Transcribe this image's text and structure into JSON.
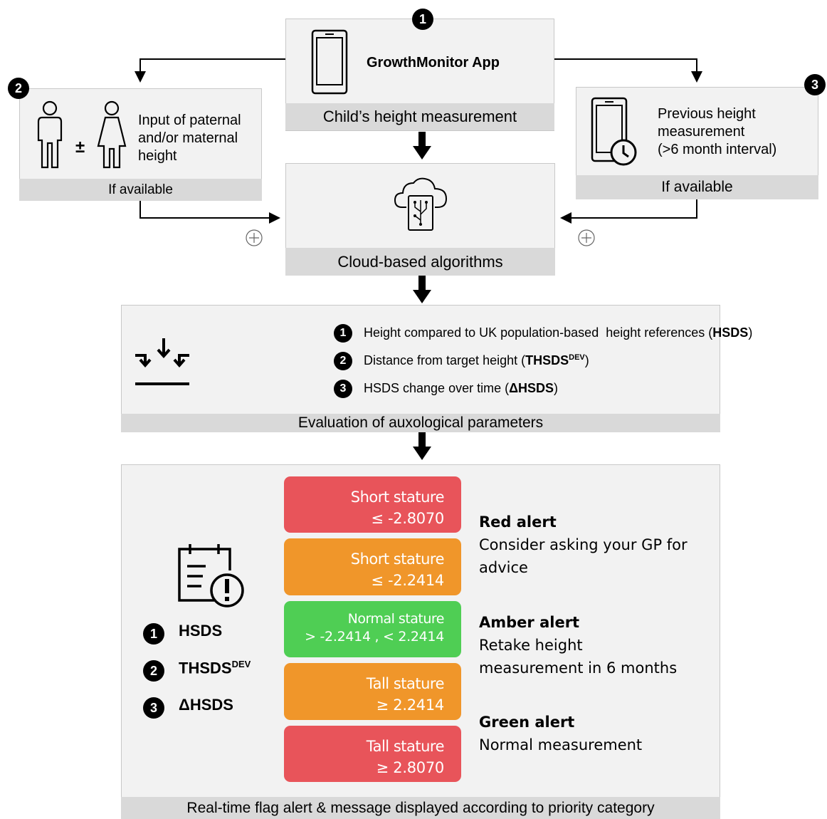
{
  "app_box": {
    "badge": "1",
    "title": "GrowthMonitor App",
    "caption": "Child’s height measurement"
  },
  "parent_box": {
    "badge": "2",
    "text_line1": "Input of paternal",
    "text_line2": "and/or maternal",
    "text_line3": "height",
    "plus_minus": "±",
    "caption": "If available"
  },
  "previous_box": {
    "badge": "3",
    "text_line1": "Previous  height",
    "text_line2": "measurement",
    "text_line3": "(>6 month  interval)",
    "caption": "If available"
  },
  "cloud_box": {
    "caption": "Cloud-based algorithms"
  },
  "evaluation_box": {
    "criteria": [
      {
        "num": "1",
        "text_pre": "Height compared to UK population-based  height references (",
        "bold": "HSDS",
        "sup": "",
        "text_post": ")"
      },
      {
        "num": "2",
        "text_pre": "Distance from target height (",
        "bold": "THSDS",
        "sup": "DEV",
        "text_post": ")"
      },
      {
        "num": "3",
        "text_pre": "HSDS change over time (",
        "bold": "ΔHSDS",
        "sup": "",
        "text_post": ")"
      }
    ],
    "caption": "Evaluation  of auxological parameters"
  },
  "alert_box": {
    "legend": [
      {
        "num": "1",
        "label": "HSDS",
        "sup": ""
      },
      {
        "num": "2",
        "label": "THSDS",
        "sup": "DEV"
      },
      {
        "num": "3",
        "label": "ΔHSDS",
        "sup": ""
      }
    ],
    "categories": [
      {
        "label": "Short stature",
        "range": "≤ -2.8070",
        "color": "#e8545a"
      },
      {
        "label": "Short stature",
        "range": "≤ -2.2414",
        "color": "#f0962a"
      },
      {
        "label": "Normal stature",
        "range": "> -2.2414 , < 2.2414",
        "color": "#4fce54"
      },
      {
        "label": "Tall stature",
        "range": "≥ 2.2414",
        "color": "#f0962a"
      },
      {
        "label": "Tall stature",
        "range": "≥ 2.8070",
        "color": "#e8545a"
      }
    ],
    "messages": [
      {
        "title": "Red alert",
        "line1": "Consider asking your GP for",
        "line2": "advice"
      },
      {
        "title": "Amber alert",
        "line1": "Retake height",
        "line2": "measurement in 6 months"
      },
      {
        "title": "Green alert",
        "line1": "Normal measurement",
        "line2": ""
      }
    ],
    "caption": "Real-time flag alert & message displayed according to priority category"
  },
  "icons": [
    "smartphone-icon",
    "parents-icon",
    "phone-history-icon",
    "cloud-chip-icon",
    "merge-arrows-icon",
    "calendar-alert-icon",
    "plus-circle-icon"
  ]
}
